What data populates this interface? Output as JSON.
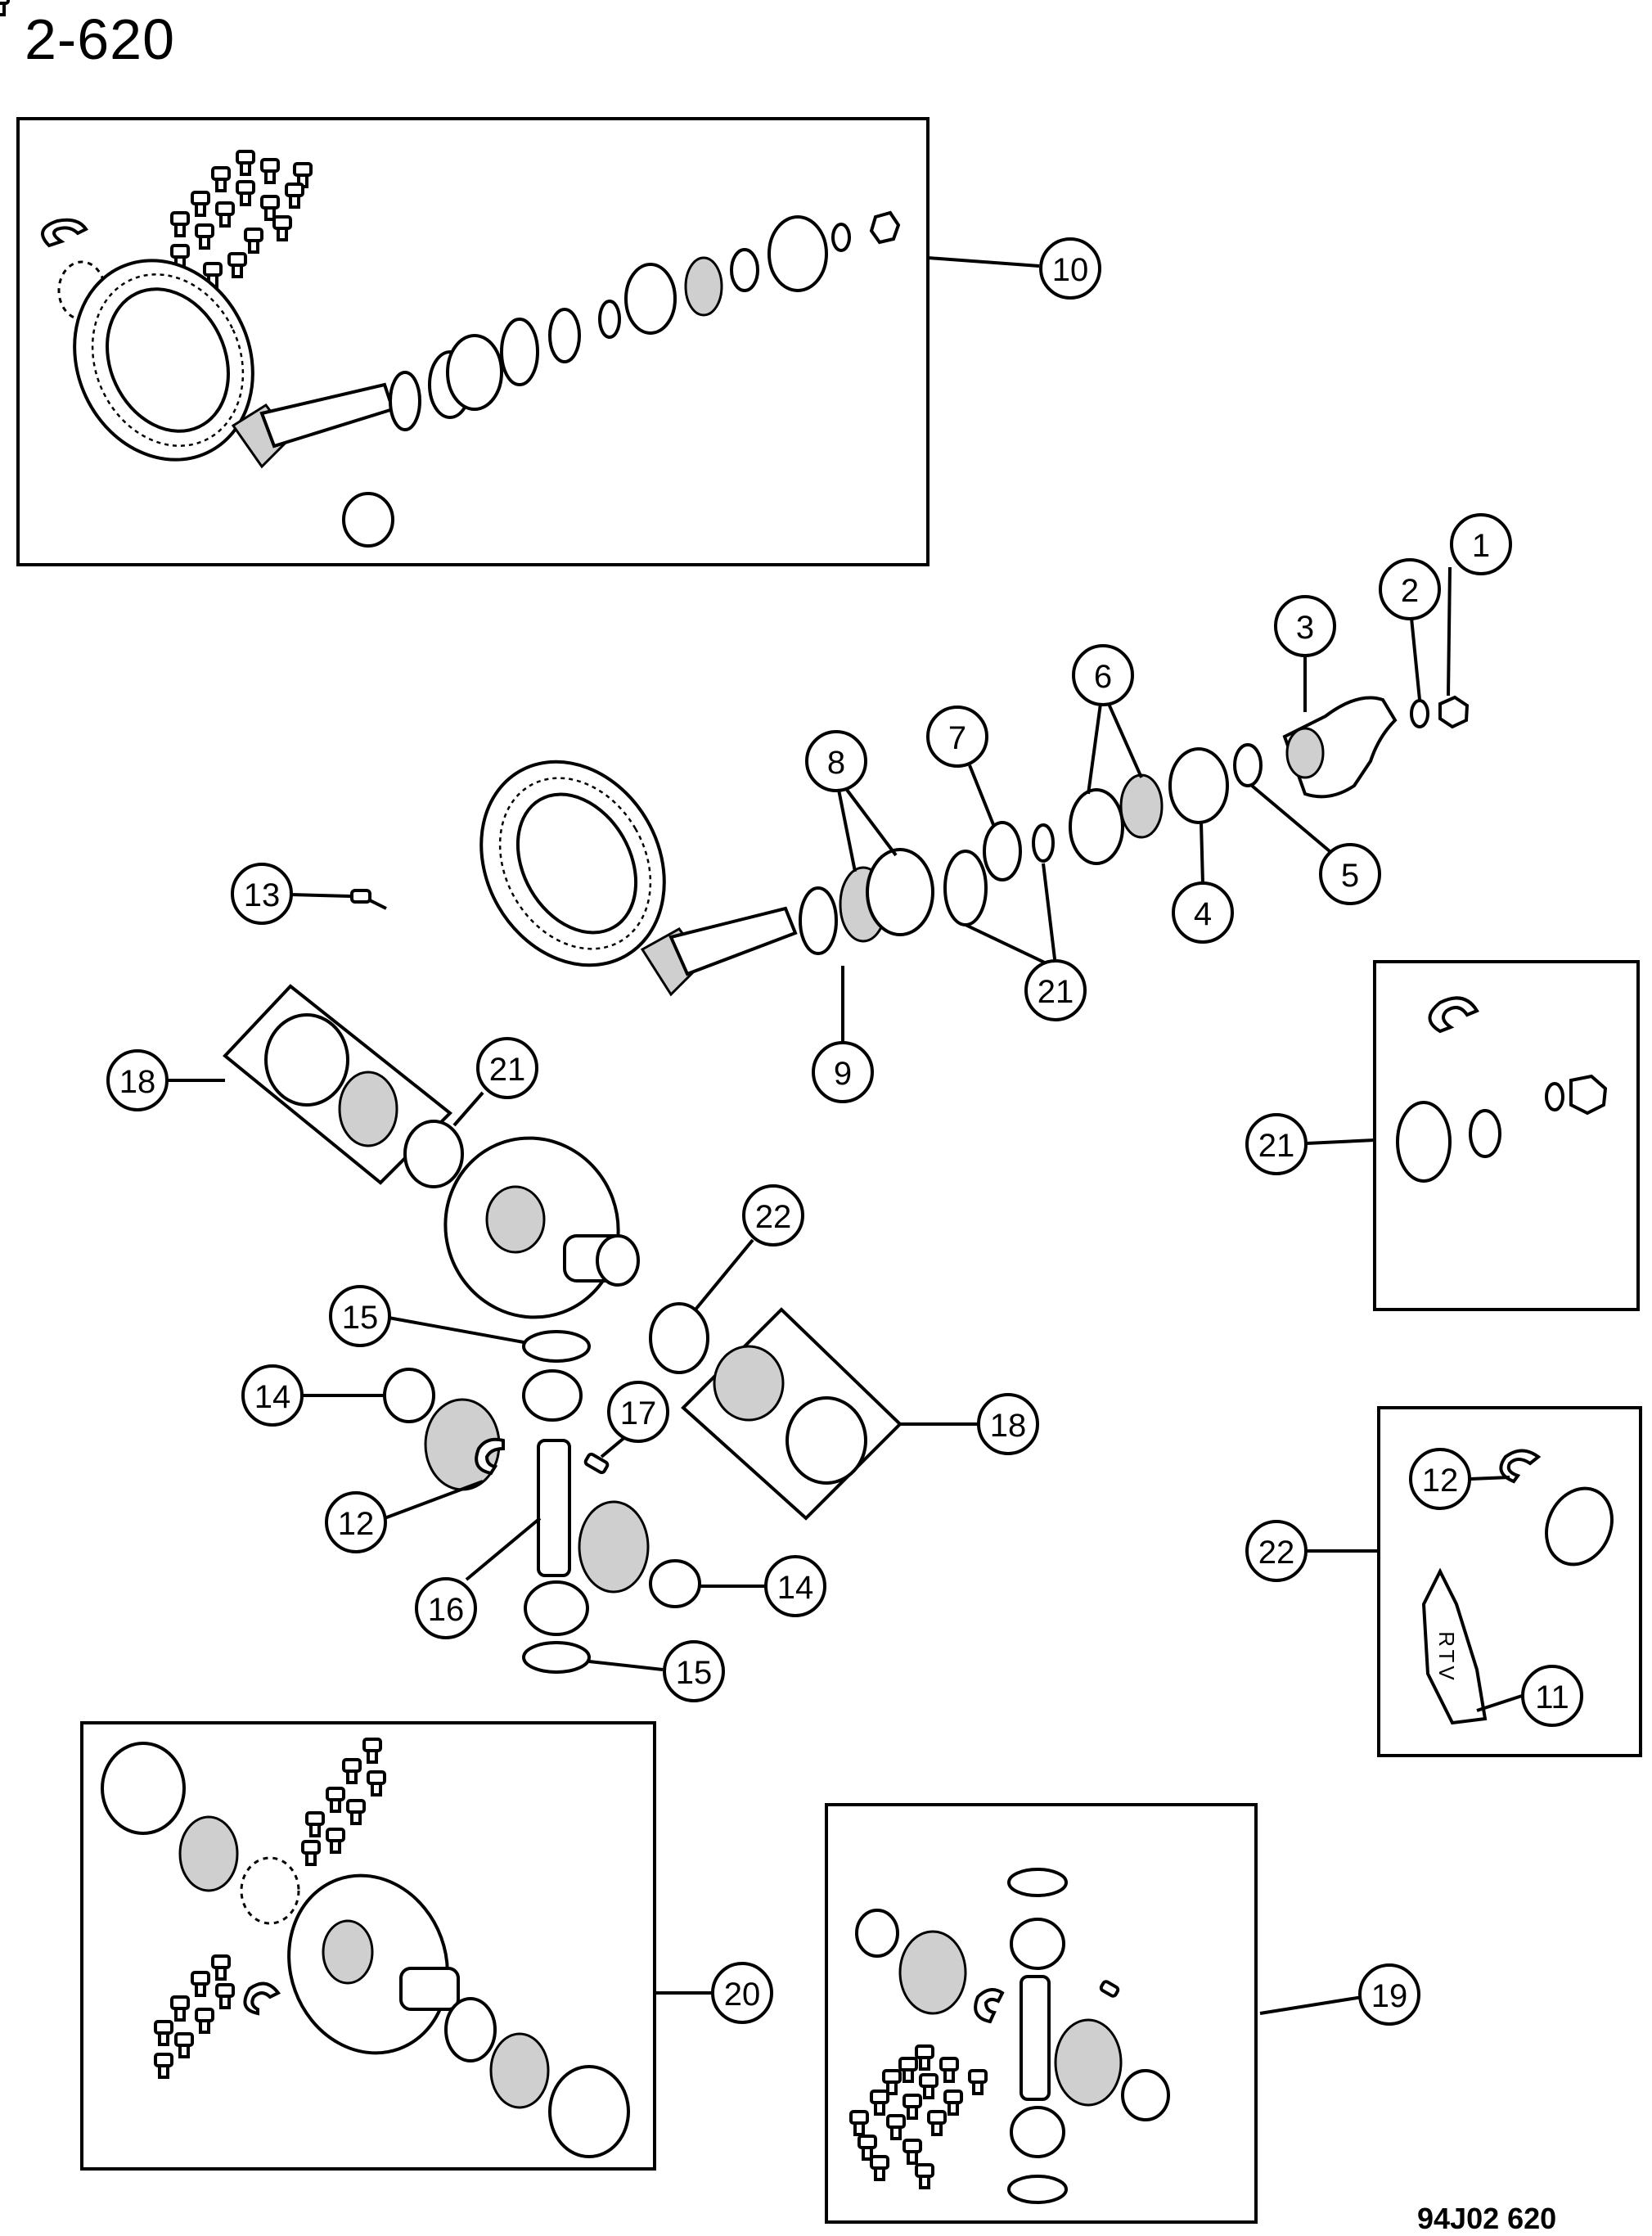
{
  "page_title": "2-620",
  "footer_code": "94J02  620",
  "tube_label": "RTV",
  "callouts": [
    "1",
    "2",
    "3",
    "4",
    "5",
    "6",
    "7",
    "8",
    "9",
    "10",
    "11",
    "12",
    "13",
    "14",
    "15",
    "16",
    "17",
    "18",
    "19",
    "20",
    "21",
    "22"
  ]
}
